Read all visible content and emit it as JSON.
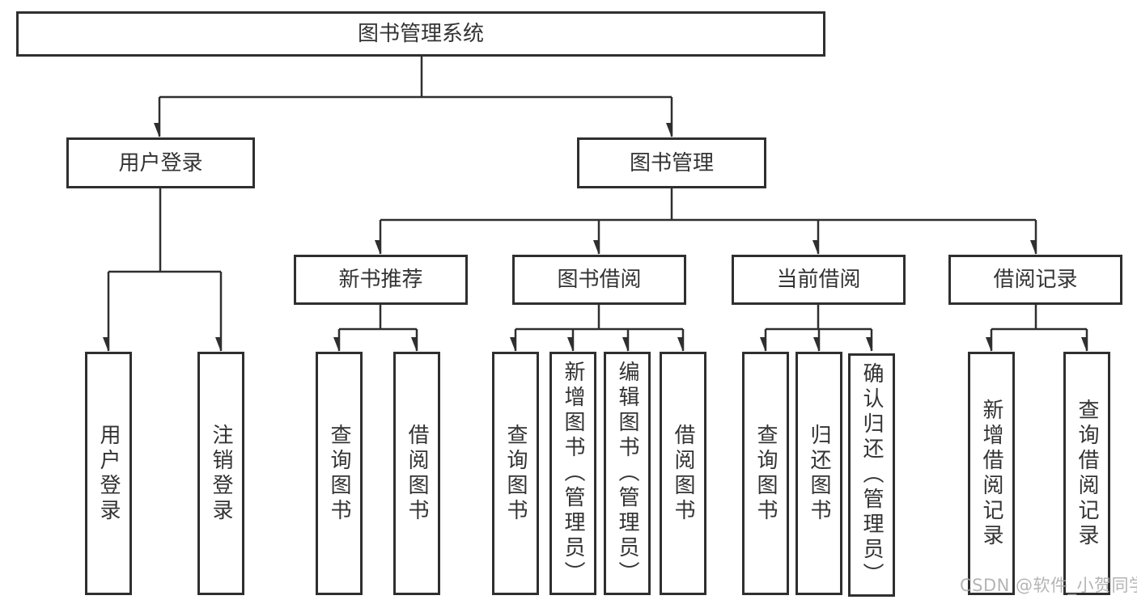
{
  "tree": {
    "root": {
      "label": "图书管理系统"
    },
    "branches": [
      {
        "label": "用户登录",
        "children": [
          {
            "label": "用户登录"
          },
          {
            "label": "注销登录"
          }
        ]
      },
      {
        "label": "图书管理",
        "children": [
          {
            "label": "新书推荐",
            "children": [
              {
                "label": "查询图书"
              },
              {
                "label": "借阅图书"
              }
            ]
          },
          {
            "label": "图书借阅",
            "children": [
              {
                "label": "查询图书"
              },
              {
                "label": "新增图书（管理员）"
              },
              {
                "label": "编辑图书（管理员）"
              },
              {
                "label": "借阅图书"
              }
            ]
          },
          {
            "label": "当前借阅",
            "children": [
              {
                "label": "查询图书"
              },
              {
                "label": "归还图书"
              },
              {
                "label": "确认归还（管理员）"
              }
            ]
          },
          {
            "label": "借阅记录",
            "children": [
              {
                "label": "新增借阅记录"
              },
              {
                "label": "查询借阅记录"
              }
            ]
          }
        ]
      }
    ]
  },
  "watermark": {
    "text": "CSDN @软件_小贺同学"
  },
  "colors": {
    "line": "#2f2f2f",
    "border": "#2f2f2f",
    "text": "#333333",
    "watermark": "#a8a8a8",
    "background": "#ffffff"
  }
}
